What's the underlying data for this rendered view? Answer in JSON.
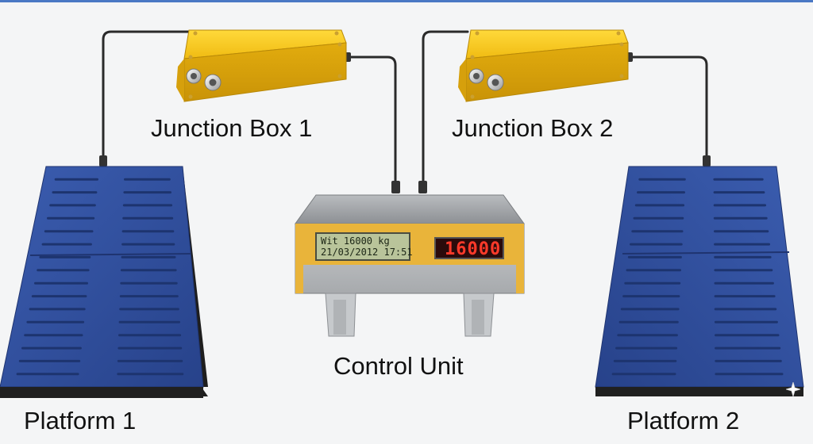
{
  "labels": {
    "junction_box_1": "Junction Box 1",
    "junction_box_2": "Junction Box 2",
    "control_unit": "Control Unit",
    "platform_1": "Platform 1",
    "platform_2": "Platform 2"
  },
  "control_unit": {
    "lcd_line_1": "Wit  16000 kg",
    "lcd_line_2": "21/03/2012 17:51",
    "led_reading": "16000"
  },
  "colors": {
    "background": "#f4f5f6",
    "platform_blue": "#2f4f9a",
    "junction_box_yellow": "#f2c21b",
    "control_unit_stripe": "#e9b43a",
    "lcd_green": "#b9c49a",
    "led_red": "#ff3a2a",
    "cable": "#2a2a2a"
  }
}
